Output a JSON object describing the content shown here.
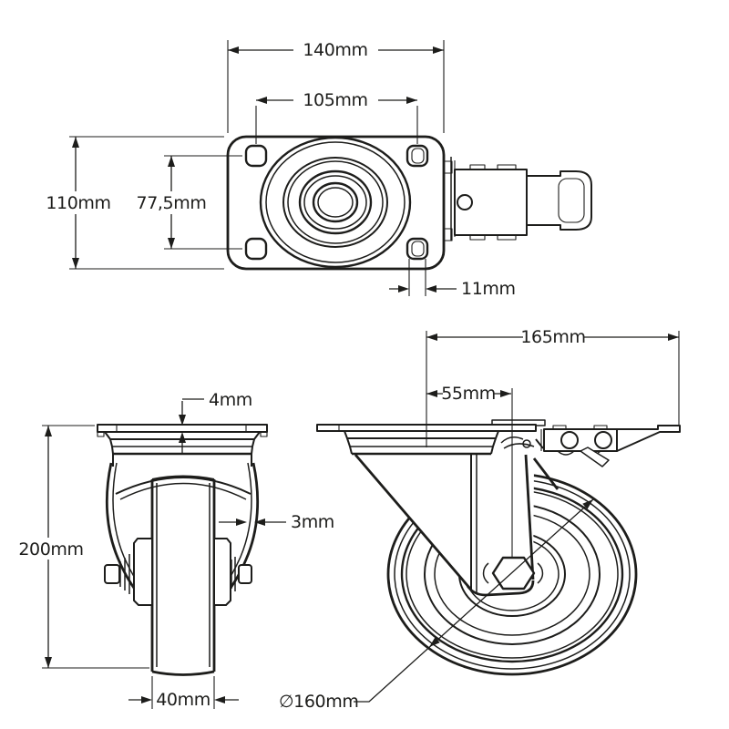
{
  "colors": {
    "background": "#ffffff",
    "line": "#1d1d1b"
  },
  "views": {
    "plate_top": {
      "dims": {
        "plate_width": "140mm",
        "bolt_spacing_width": "105mm",
        "plate_depth": "110mm",
        "bolt_spacing_depth": "77,5mm",
        "bolt_hole_width": "11mm"
      }
    },
    "front": {
      "dims": {
        "plate_thickness": "4mm",
        "fork_thickness": "3mm",
        "total_height": "200mm",
        "wheel_width": "40mm"
      }
    },
    "side": {
      "dims": {
        "plate_length": "165mm",
        "swivel_offset": "55mm",
        "wheel_diameter": "∅160mm"
      }
    }
  }
}
